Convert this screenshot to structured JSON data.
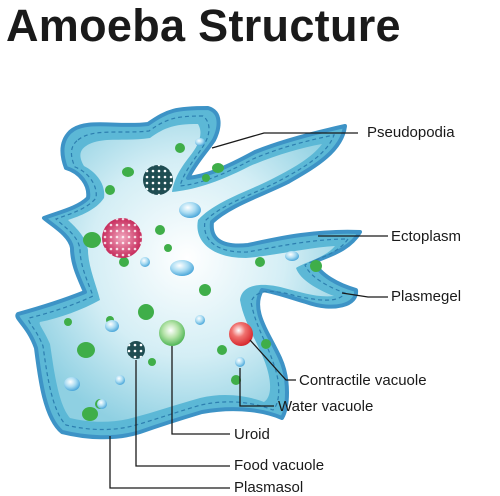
{
  "title": "Amoeba Structure",
  "side_id": "1778474987",
  "labels": {
    "pseudopodia": "Pseudopodia",
    "ectoplasm": "Ectoplasm",
    "plasmegel": "Plasmegel",
    "contractile_vacuole": "Contractile vacuole",
    "water_vacuole": "Water vacuole",
    "uroid": "Uroid",
    "food_vacuole": "Food vacuole",
    "plasmasol": "Plasmasol"
  },
  "colors": {
    "membrane": "#3d93c6",
    "ectoplasm": "#5cb8d6",
    "endoplasm": "#bfe6f0",
    "green_granule": "#3fae49",
    "red_vacuole": "#e6353a",
    "pink_nucleus": "#c21f52",
    "water_vacuole": "#7cc4ea"
  }
}
